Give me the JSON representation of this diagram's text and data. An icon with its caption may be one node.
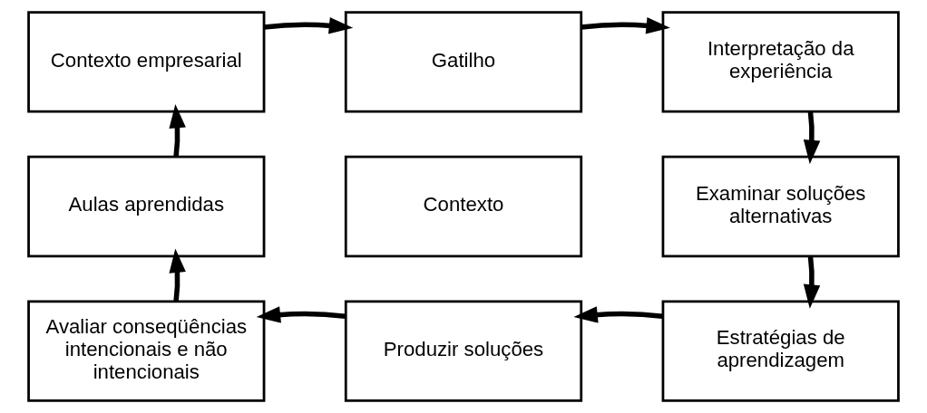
{
  "diagram": {
    "nodes": [
      {
        "text": [
          "Contexto empresarial"
        ]
      },
      {
        "text": [
          "Gatilho"
        ]
      },
      {
        "text": [
          "Interpretação da experiência"
        ]
      },
      {
        "text": [
          "Aulas aprendidas"
        ]
      },
      {
        "text": [
          "Contexto"
        ]
      },
      {
        "text": [
          "Examinar soluções alternativas"
        ]
      },
      {
        "text": [
          "Avaliar conseqüências intencionais e não intencionais"
        ]
      },
      {
        "text": [
          "Produzir soluções"
        ]
      },
      {
        "text": [
          "Estratégias de aprendizagem"
        ]
      }
    ],
    "edges": [
      {
        "from": 0,
        "to": 1,
        "arrow": "to"
      },
      {
        "from": 1,
        "to": 2,
        "arrow": "to"
      },
      {
        "from": 2,
        "to": 5,
        "arrow": "to"
      },
      {
        "from": 5,
        "to": 8,
        "arrow": "to"
      },
      {
        "from": 8,
        "to": 7,
        "arrow": "to"
      },
      {
        "from": 7,
        "to": 6,
        "arrow": "to"
      },
      {
        "from": 6,
        "to": 3,
        "arrow": "to"
      },
      {
        "from": 3,
        "to": 0,
        "arrow": "to"
      }
    ]
  }
}
